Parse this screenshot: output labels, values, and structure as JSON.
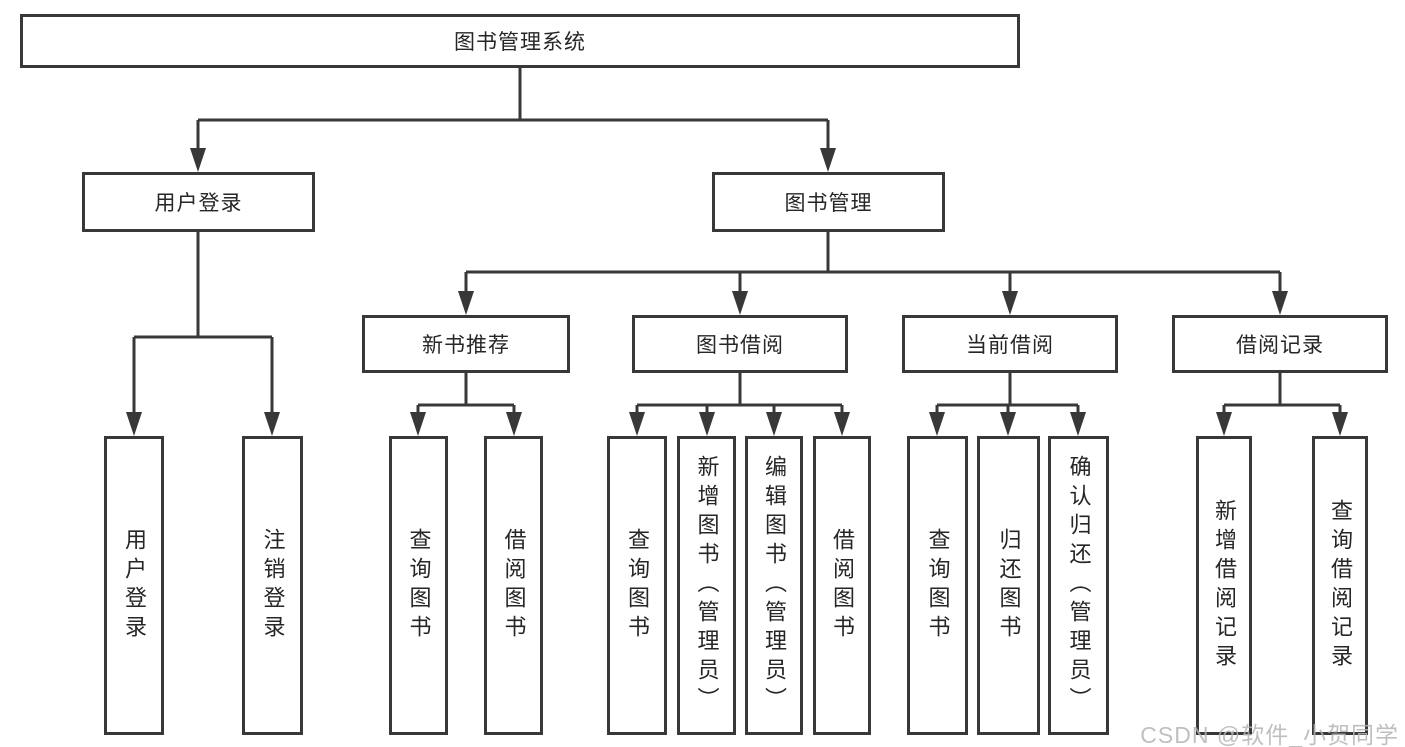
{
  "diagram": {
    "title": "图书管理系统",
    "level2": [
      {
        "label": "用户登录"
      },
      {
        "label": "图书管理"
      }
    ],
    "level3": [
      {
        "label": "新书推荐"
      },
      {
        "label": "图书借阅"
      },
      {
        "label": "当前借阅"
      },
      {
        "label": "借阅记录"
      }
    ],
    "leaves": {
      "user_login": [
        "用户登录",
        "注销登录"
      ],
      "new_book_recommendation": [
        "查询图书",
        "借阅图书"
      ],
      "book_borrowing": [
        "查询图书",
        "新增图书（管理员）",
        "编辑图书（管理员）",
        "借阅图书"
      ],
      "current_borrowing": [
        "查询图书",
        "归还图书",
        "确认归还（管理员）"
      ],
      "borrowing_records": [
        "新增借阅记录",
        "查询借阅记录"
      ]
    }
  },
  "watermark": "CSDN @软件_小贺同学",
  "colors": {
    "line": "#383838",
    "text": "#262626",
    "watermark": "#b5b5b5"
  }
}
